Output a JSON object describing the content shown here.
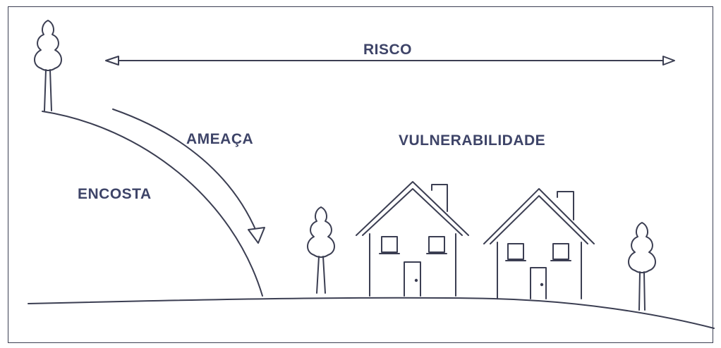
{
  "labels": {
    "risk": "RISCO",
    "threat": "AMEAÇA",
    "vulnerability": "VULNERABILIDADE",
    "slope": "ENCOSTA"
  },
  "colors": {
    "ink": "#3b3e52",
    "text": "#3e4468",
    "background": "#ffffff"
  },
  "icons": [
    "tree-icon",
    "house-icon",
    "double-arrow",
    "curved-arrow"
  ]
}
